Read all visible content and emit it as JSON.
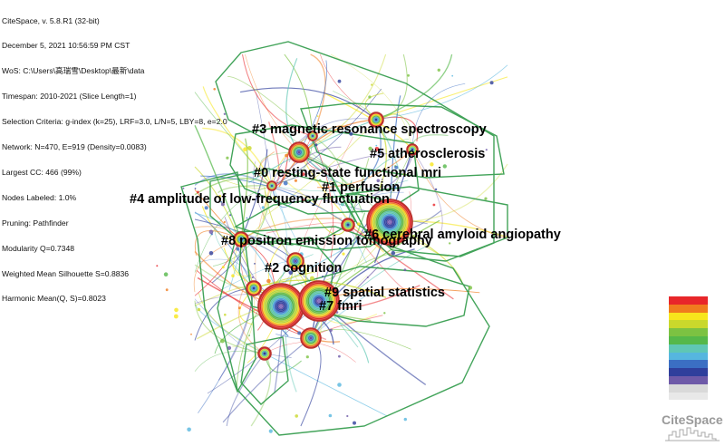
{
  "info_lines": [
    "CiteSpace, v. 5.8.R1 (32-bit)",
    "December 5, 2021 10:56:59 PM CST",
    "WoS: C:\\Users\\高瑞雪\\Desktop\\最新\\data",
    "Timespan: 2010-2021 (Slice Length=1)",
    "Selection Criteria: g-index (k=25), LRF=3.0, L/N=5, LBY=8, e=2.0",
    "Network: N=470, E=919 (Density=0.0083)",
    "Largest CC: 466 (99%)",
    "Nodes Labeled: 1.0%",
    "Pruning: Pathfinder",
    "Modularity Q=0.7348",
    "Weighted Mean Silhouette S=0.8836",
    "Harmonic Mean(Q, S)=0.8023"
  ],
  "clusters": [
    "#3 magnetic resonance spectroscopy",
    "#5 atherosclerosis",
    "#0 resting-state functional mri",
    "#1 perfusion",
    "#4 amplitude of low-frequency fluctuation",
    "#6 cerebral amyloid angiopathy",
    "#8 positron emission tomography",
    "#2 cognition",
    "#9 spatial statistics",
    "#7 fmri"
  ],
  "legend_colors": [
    "#e8262a",
    "#f07c1e",
    "#f7e61c",
    "#c9d82c",
    "#7cc242",
    "#55b84a",
    "#5fc7b4",
    "#56b6df",
    "#3b6fc3",
    "#2f3f9c",
    "#6e5aa8",
    "#d9d9d9",
    "#e8e8e8"
  ],
  "brand": "CiteSpace",
  "colors": {
    "hull": "#2e9a48",
    "background": "#ffffff"
  }
}
